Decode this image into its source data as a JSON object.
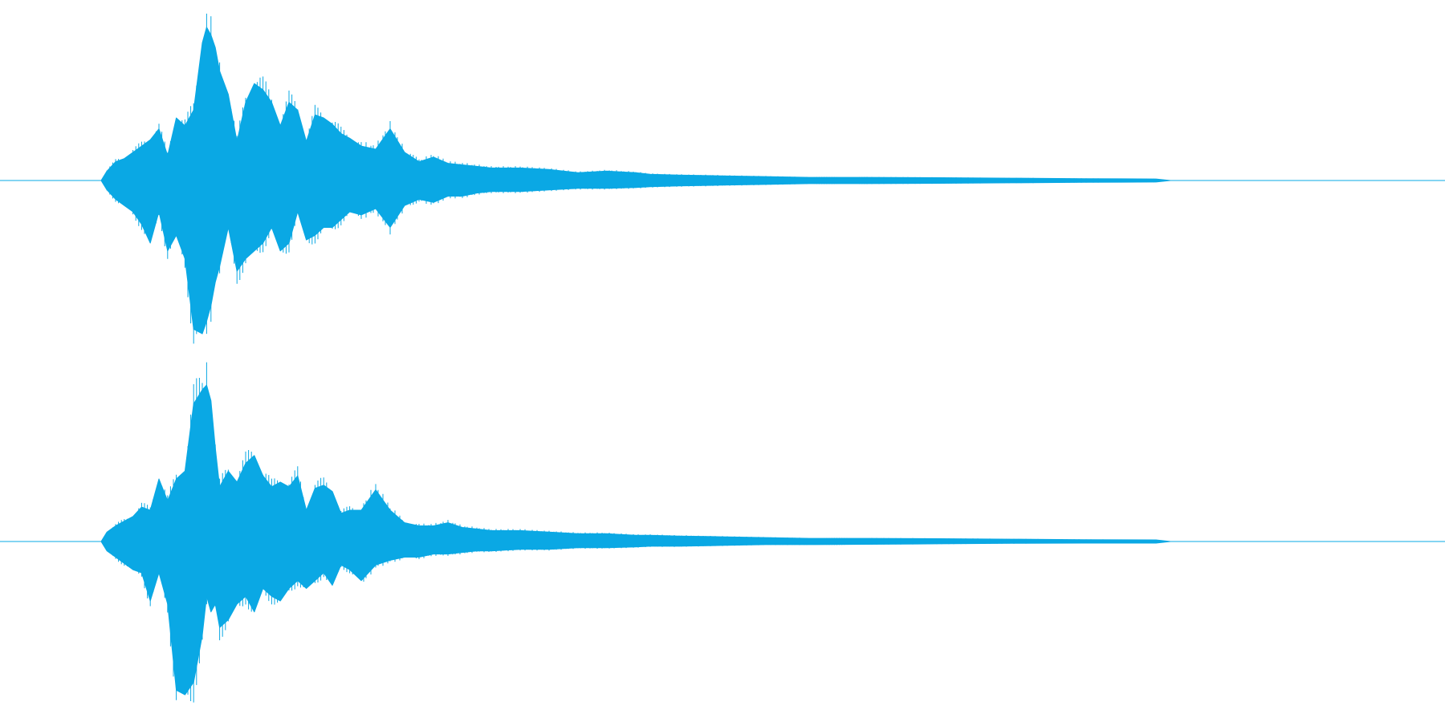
{
  "chart_data": {
    "type": "area",
    "title": "",
    "xlabel": "",
    "ylabel": "",
    "grid": false,
    "legend": "none",
    "color": "#0aa8e4",
    "xlim": [
      0,
      1
    ],
    "ylim": [
      -1,
      1
    ],
    "channels": [
      {
        "x": [
          0.0,
          0.07,
          0.074,
          0.08,
          0.086,
          0.092,
          0.098,
          0.104,
          0.11,
          0.116,
          0.122,
          0.128,
          0.134,
          0.14,
          0.143,
          0.146,
          0.149,
          0.152,
          0.158,
          0.164,
          0.17,
          0.176,
          0.182,
          0.188,
          0.194,
          0.2,
          0.206,
          0.212,
          0.218,
          0.224,
          0.23,
          0.236,
          0.242,
          0.25,
          0.26,
          0.27,
          0.28,
          0.29,
          0.3,
          0.31,
          0.32,
          0.33,
          0.34,
          0.36,
          0.38,
          0.4,
          0.42,
          0.44,
          0.45,
          0.47,
          0.5,
          0.53,
          0.56,
          0.6,
          0.65,
          0.7,
          0.75,
          0.8,
          0.81,
          1.0
        ],
        "top": [
          0.0,
          0.0,
          0.06,
          0.12,
          0.14,
          0.18,
          0.22,
          0.26,
          0.33,
          0.16,
          0.4,
          0.35,
          0.45,
          0.88,
          0.98,
          0.93,
          0.85,
          0.7,
          0.55,
          0.25,
          0.5,
          0.62,
          0.58,
          0.5,
          0.35,
          0.5,
          0.45,
          0.25,
          0.42,
          0.4,
          0.36,
          0.3,
          0.27,
          0.22,
          0.2,
          0.33,
          0.18,
          0.12,
          0.15,
          0.11,
          0.1,
          0.09,
          0.08,
          0.08,
          0.07,
          0.05,
          0.06,
          0.05,
          0.04,
          0.035,
          0.03,
          0.025,
          0.02,
          0.02,
          0.018,
          0.015,
          0.012,
          0.01,
          0.0,
          0.0
        ],
        "bottom": [
          0.0,
          0.0,
          -0.06,
          -0.12,
          -0.16,
          -0.2,
          -0.28,
          -0.4,
          -0.2,
          -0.45,
          -0.35,
          -0.5,
          -0.95,
          -0.98,
          -0.9,
          -0.8,
          -0.65,
          -0.55,
          -0.3,
          -0.58,
          -0.5,
          -0.45,
          -0.4,
          -0.3,
          -0.45,
          -0.4,
          -0.2,
          -0.38,
          -0.35,
          -0.3,
          -0.3,
          -0.25,
          -0.2,
          -0.22,
          -0.18,
          -0.3,
          -0.16,
          -0.12,
          -0.14,
          -0.1,
          -0.1,
          -0.08,
          -0.07,
          -0.07,
          -0.06,
          -0.05,
          -0.05,
          -0.045,
          -0.04,
          -0.035,
          -0.03,
          -0.025,
          -0.02,
          -0.02,
          -0.018,
          -0.015,
          -0.012,
          -0.01,
          0.0,
          0.0
        ]
      },
      {
        "x": [
          0.0,
          0.07,
          0.074,
          0.08,
          0.086,
          0.092,
          0.098,
          0.104,
          0.11,
          0.116,
          0.122,
          0.128,
          0.134,
          0.14,
          0.143,
          0.146,
          0.149,
          0.152,
          0.158,
          0.164,
          0.17,
          0.176,
          0.182,
          0.188,
          0.194,
          0.2,
          0.206,
          0.212,
          0.218,
          0.224,
          0.23,
          0.236,
          0.242,
          0.25,
          0.26,
          0.27,
          0.28,
          0.29,
          0.3,
          0.31,
          0.32,
          0.33,
          0.34,
          0.36,
          0.38,
          0.4,
          0.42,
          0.44,
          0.45,
          0.47,
          0.5,
          0.53,
          0.56,
          0.6,
          0.65,
          0.7,
          0.75,
          0.8,
          0.81,
          1.0
        ],
        "top": [
          0.0,
          0.0,
          0.06,
          0.1,
          0.13,
          0.16,
          0.22,
          0.2,
          0.4,
          0.26,
          0.4,
          0.45,
          0.88,
          0.97,
          1.0,
          0.9,
          0.6,
          0.35,
          0.45,
          0.38,
          0.5,
          0.55,
          0.42,
          0.35,
          0.38,
          0.35,
          0.42,
          0.2,
          0.34,
          0.36,
          0.32,
          0.18,
          0.2,
          0.2,
          0.33,
          0.2,
          0.12,
          0.1,
          0.1,
          0.12,
          0.09,
          0.08,
          0.07,
          0.07,
          0.06,
          0.05,
          0.05,
          0.04,
          0.04,
          0.035,
          0.03,
          0.025,
          0.02,
          0.02,
          0.018,
          0.015,
          0.012,
          0.01,
          0.0,
          0.0
        ],
        "bottom": [
          0.0,
          0.0,
          -0.06,
          -0.1,
          -0.14,
          -0.18,
          -0.2,
          -0.38,
          -0.2,
          -0.4,
          -0.95,
          -0.98,
          -0.9,
          -0.6,
          -0.35,
          -0.45,
          -0.4,
          -0.55,
          -0.5,
          -0.4,
          -0.35,
          -0.45,
          -0.3,
          -0.35,
          -0.38,
          -0.3,
          -0.25,
          -0.3,
          -0.25,
          -0.2,
          -0.28,
          -0.15,
          -0.18,
          -0.25,
          -0.15,
          -0.12,
          -0.1,
          -0.1,
          -0.08,
          -0.08,
          -0.07,
          -0.06,
          -0.06,
          -0.05,
          -0.05,
          -0.04,
          -0.04,
          -0.035,
          -0.03,
          -0.03,
          -0.025,
          -0.02,
          -0.02,
          -0.018,
          -0.015,
          -0.012,
          -0.01,
          -0.01,
          0.0,
          0.0
        ]
      }
    ]
  }
}
